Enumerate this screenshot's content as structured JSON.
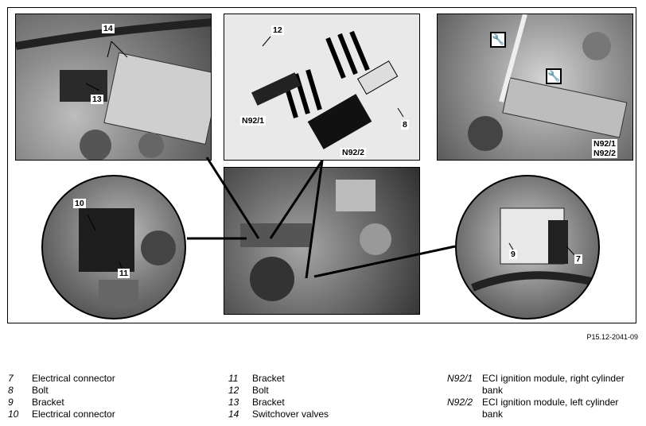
{
  "figure": {
    "reference_code": "P15.12-2041-09",
    "callouts": {
      "c14": "14",
      "c13": "13",
      "c12": "12",
      "c8": "8",
      "n92_1": "N92/1",
      "n92_2": "N92/2",
      "p3_n92_1": "N92/1",
      "p3_n92_2": "N92/2",
      "c10": "10",
      "c11": "11",
      "c9": "9",
      "c7": "7"
    },
    "wrench_icon": "wrench-icon"
  },
  "legend": [
    {
      "num": "7",
      "text": "Electrical connector"
    },
    {
      "num": "8",
      "text": "Bolt"
    },
    {
      "num": "9",
      "text": "Bracket"
    },
    {
      "num": "10",
      "text": "Electrical connector"
    },
    {
      "num": "11",
      "text": "Bracket"
    },
    {
      "num": "12",
      "text": "Bolt"
    },
    {
      "num": "13",
      "text": "Bracket"
    },
    {
      "num": "14",
      "text": "Switchover valves"
    },
    {
      "num": "N92/1",
      "text": "ECI ignition module, right cylinder bank"
    },
    {
      "num": "N92/2",
      "text": "ECI ignition module, left cylinder bank"
    }
  ]
}
